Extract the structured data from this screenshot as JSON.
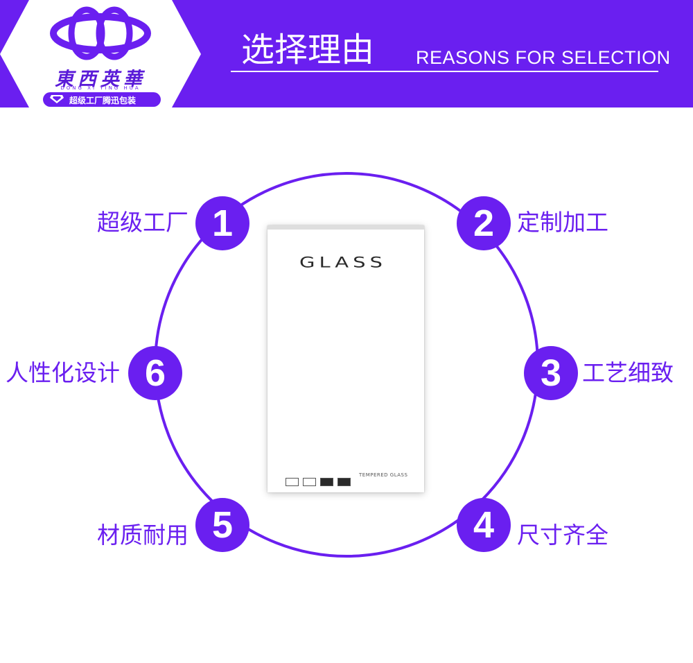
{
  "header": {
    "logo": {
      "brand_cn": "東西英華",
      "brand_pinyin": "DONG XI YING HUA",
      "slogan": "超级工厂腾迅包装"
    },
    "title_cn": "选择理由",
    "title_en": "REASONS FOR SELECTION"
  },
  "reasons": [
    {
      "number": "1",
      "label": "超级工厂"
    },
    {
      "number": "2",
      "label": "定制加工"
    },
    {
      "number": "3",
      "label": "工艺细致"
    },
    {
      "number": "4",
      "label": "尺寸齐全"
    },
    {
      "number": "5",
      "label": "材质耐用"
    },
    {
      "number": "6",
      "label": "人性化设计"
    }
  ],
  "product": {
    "title": "GLASS",
    "tagline": "TEMPERED GLASS"
  },
  "colors": {
    "brand_purple": "#6a1ff0",
    "background": "#ffffff"
  }
}
